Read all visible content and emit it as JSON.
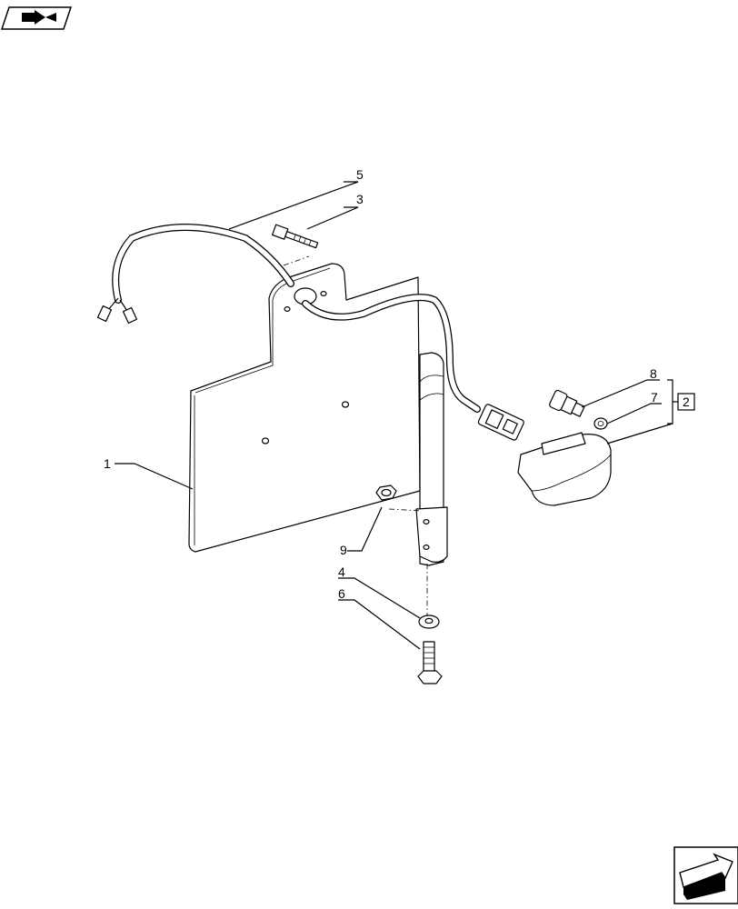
{
  "callouts": [
    {
      "id": "1",
      "label": "1"
    },
    {
      "id": "2",
      "label": "2"
    },
    {
      "id": "3",
      "label": "3"
    },
    {
      "id": "4",
      "label": "4"
    },
    {
      "id": "5",
      "label": "5"
    },
    {
      "id": "6",
      "label": "6"
    },
    {
      "id": "7",
      "label": "7"
    },
    {
      "id": "8",
      "label": "8"
    },
    {
      "id": "9",
      "label": "9"
    }
  ],
  "icons": {
    "top_left": "book-arrow-icon",
    "bottom_right": "next-page-arrow-icon"
  }
}
